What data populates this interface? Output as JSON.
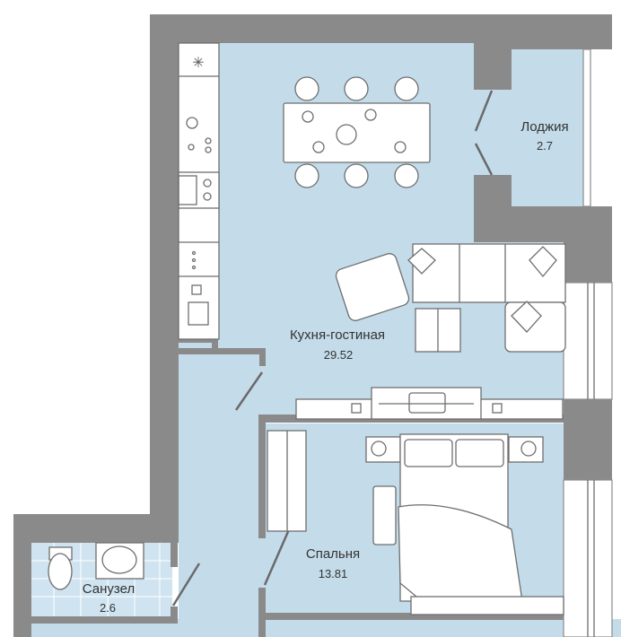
{
  "plan": {
    "rooms": [
      {
        "name": "Лоджия",
        "area": "2.7"
      },
      {
        "name": "Кухня-гостиная",
        "area": "29.52"
      },
      {
        "name": "Спальня",
        "area": "13.81"
      },
      {
        "name": "Санузел",
        "area": "2.6"
      }
    ],
    "colors": {
      "wall": "#8a8a8a",
      "floor": "#c4dcea",
      "furniture": "#ffffff"
    }
  }
}
